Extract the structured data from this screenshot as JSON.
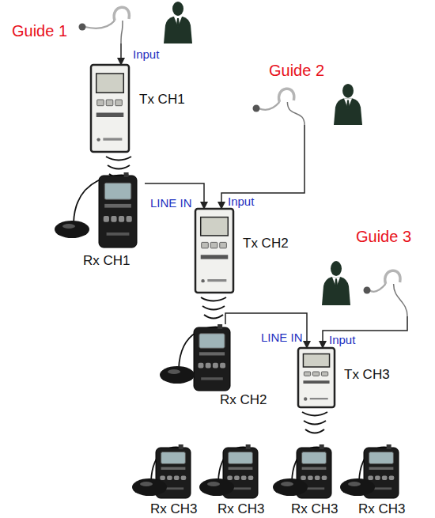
{
  "diagram": {
    "nodes": [
      {
        "text": [
          "Guide 1"
        ]
      },
      {
        "text": [
          "Tx CH1"
        ]
      },
      {
        "text": [
          "Guide 2"
        ]
      },
      {
        "text": [
          "Rx CH1"
        ]
      },
      {
        "text": [
          "Tx CH2"
        ]
      },
      {
        "text": [
          "Guide 3"
        ]
      },
      {
        "text": [
          "Rx CH2"
        ]
      },
      {
        "text": [
          "Tx CH3"
        ]
      },
      {
        "text": [
          "Rx CH3"
        ]
      },
      {
        "text": [
          "Rx CH3"
        ]
      },
      {
        "text": [
          "Rx CH3"
        ]
      },
      {
        "text": [
          "Rx CH3"
        ]
      }
    ],
    "edges": [
      {
        "from": 0,
        "to": 1,
        "arrow": "to",
        "label": "Input"
      },
      {
        "from": 3,
        "to": 4,
        "arrow": "to",
        "label": "LINE IN"
      },
      {
        "from": 2,
        "to": 4,
        "arrow": "to",
        "label": "Input"
      },
      {
        "from": 6,
        "to": 7,
        "arrow": "to",
        "label": "LINE IN"
      },
      {
        "from": 5,
        "to": 7,
        "arrow": "to",
        "label": "Input"
      }
    ]
  }
}
